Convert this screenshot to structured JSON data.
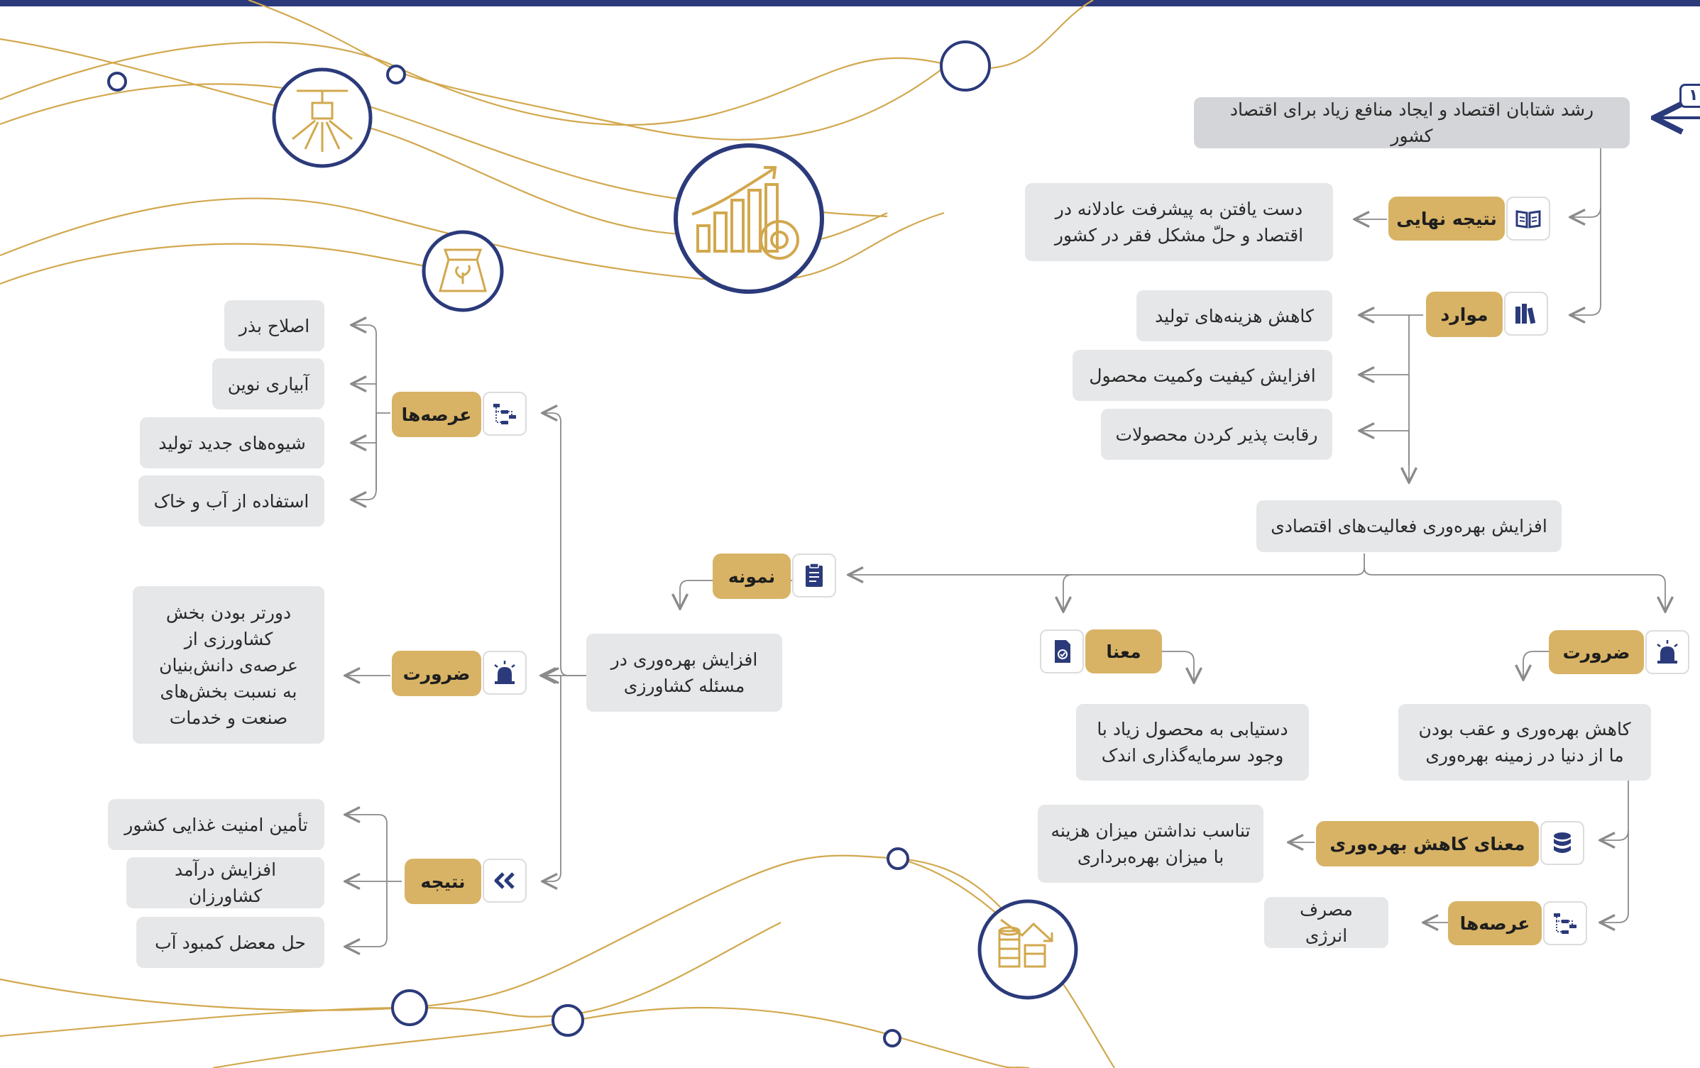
{
  "badge": "۱",
  "header": {
    "text": "رشد شتابان اقتصاد و ایجاد منافع زیاد برای اقتصاد کشور"
  },
  "nateje_nahayi": {
    "label": "نتیجه نهایی",
    "text": "دست یافتن به پیشرفت عادلانه در اقتصاد و حلّ مشکل فقر در کشور"
  },
  "mavared": {
    "label": "موارد",
    "items": [
      "کاهش هزینه‌های تولید",
      "افزایش کیفیت وکمیت محصول",
      "رقابت پذیر کردن محصولات"
    ]
  },
  "center": {
    "text": "افزایش بهره‌وری فعالیت‌های اقتصادی"
  },
  "zarurat_right": {
    "label": "ضرورت",
    "text": "کاهش بهره‌وری و عقب بودن ما از دنیا در زمینه بهره‌وری"
  },
  "mana": {
    "label": "معنا",
    "text": "دستیابی به محصول زیاد با وجود سرمایه‌گذاری اندک"
  },
  "mana_kahesh": {
    "label": "معنای کاهش بهره‌وری",
    "text": "تناسب نداشتن میزان هزینه با میزان بهره‌برداری"
  },
  "arsehha_right": {
    "label": "عرصه‌ها",
    "text": "مصرف انرژی"
  },
  "nemune": {
    "label": "نمونه",
    "text": "افزایش بهره‌وری در مسئله کشاورزی"
  },
  "arsehha_left": {
    "label": "عرصه‌ها",
    "items": [
      "اصلاح بذر",
      "آبیاری نوین",
      "شیوه‌های جدید تولید",
      "استفاده از آب و خاک"
    ]
  },
  "zarurat_left": {
    "label": "ضرورت",
    "text": "دورتر بودن بخش کشاورزی از عرصه‌ی دانش‌بنیان به نسبت بخش‌های صنعت و خدمات"
  },
  "nateje": {
    "label": "نتیجه",
    "items": [
      "تأمین امنیت غذایی کشور",
      "افزایش درآمد کشاورزان",
      "حل معضل کمبود آب"
    ]
  },
  "colors": {
    "navy": "#2b3a7a",
    "gold": "#d8b365",
    "box": "#e6e7e9",
    "line": "#d2a84e",
    "connector": "#8a8a8a"
  },
  "icons": [
    "book-icon",
    "books-icon",
    "alarm-icon",
    "document-check-icon",
    "database-icon",
    "flowchart-icon",
    "clipboard-icon",
    "double-chevron-left-icon",
    "sprinkler-icon",
    "seed-bag-icon",
    "growth-gear-icon",
    "coins-down-icon"
  ]
}
